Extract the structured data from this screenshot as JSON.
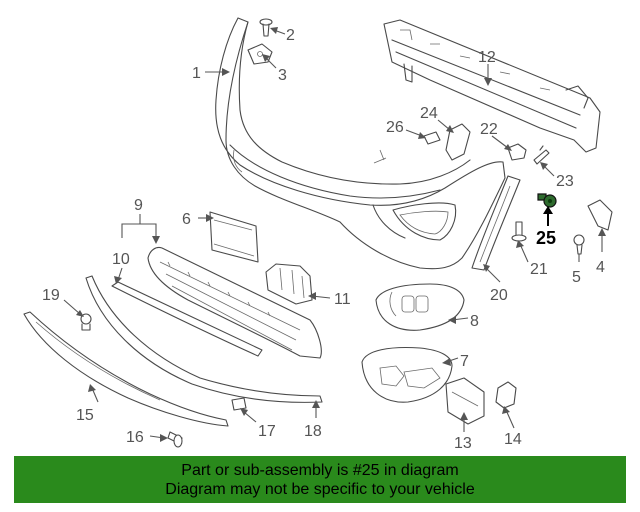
{
  "diagram": {
    "callouts": {
      "c1": "1",
      "c2": "2",
      "c3": "3",
      "c4": "4",
      "c5": "5",
      "c6": "6",
      "c7": "7",
      "c8": "8",
      "c9": "9",
      "c10": "10",
      "c11": "11",
      "c12": "12",
      "c13": "13",
      "c14": "14",
      "c15": "15",
      "c16": "16",
      "c17": "17",
      "c18": "18",
      "c19": "19",
      "c20": "20",
      "c21": "21",
      "c22": "22",
      "c23": "23",
      "c24": "24",
      "c25": "25",
      "c26": "26"
    },
    "highlighted_part": "25",
    "highlight_color": "#2e6b2e"
  },
  "banner": {
    "line1": "Part or sub-assembly is #25 in diagram",
    "line2": "Diagram may not be specific to your vehicle",
    "background_color": "#2a8a1c"
  }
}
